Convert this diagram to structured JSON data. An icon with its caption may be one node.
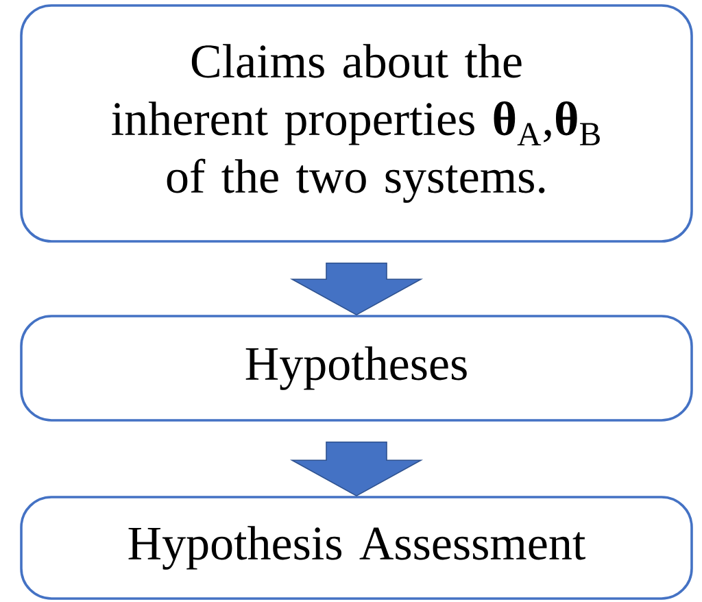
{
  "diagram": {
    "nodes": [
      {
        "text": [
          "Claims about the inherent properties **θ**$_{A}$,**θ**$_{B}$ of the two systems."
        ]
      },
      {
        "text": [
          "Hypotheses"
        ]
      },
      {
        "text": [
          "Hypothesis Assessment"
        ]
      }
    ],
    "edges": [
      {
        "from": 0,
        "to": 1,
        "arrow": "to"
      },
      {
        "from": 1,
        "to": 2,
        "arrow": "to"
      }
    ]
  }
}
